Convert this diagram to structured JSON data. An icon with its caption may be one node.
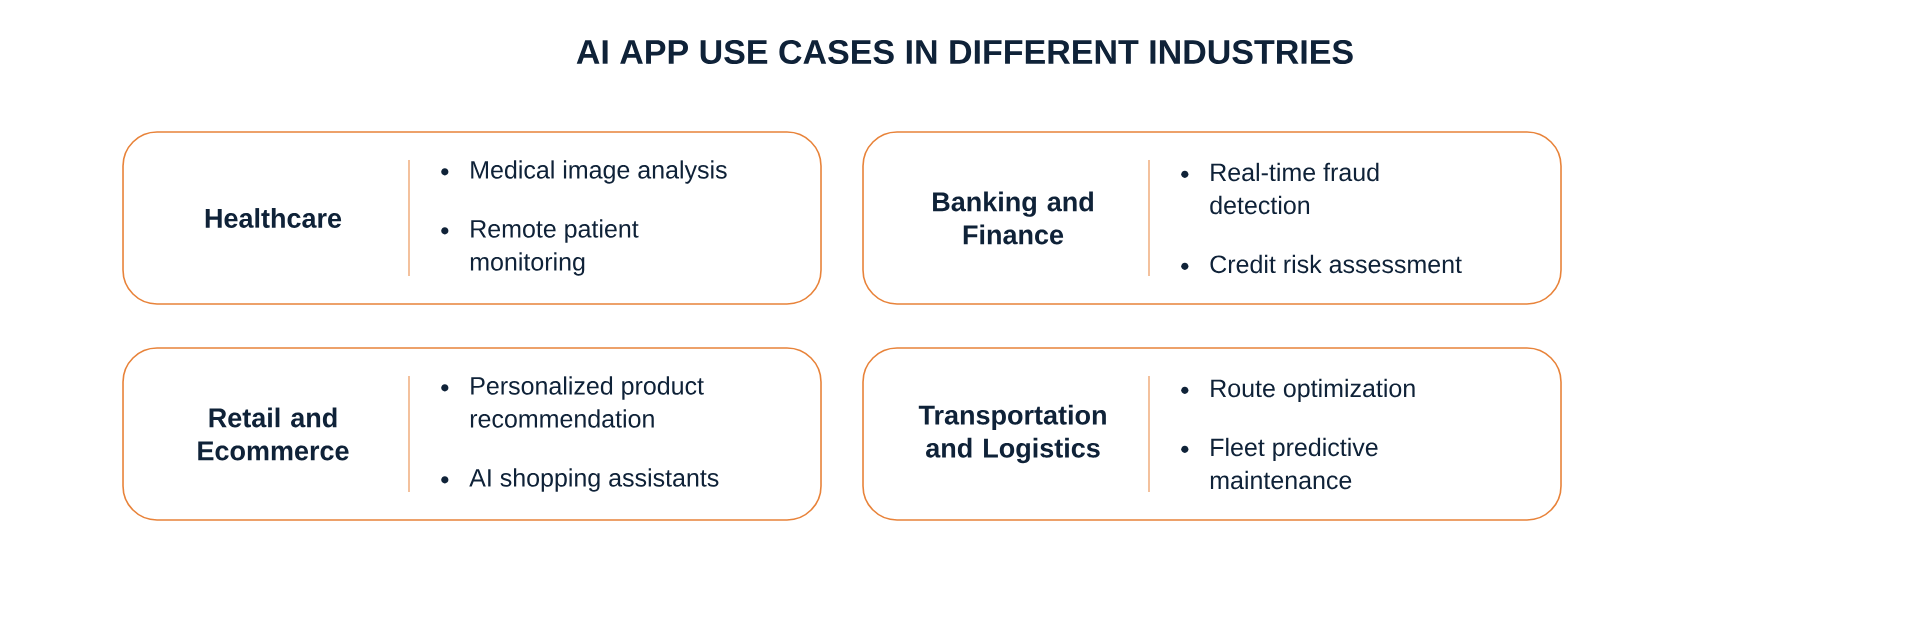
{
  "diagram": {
    "title": "AI APP USE CASES IN DIFFERENT INDUSTRIES",
    "nodes": [
      {
        "text": [
          "Healthcare",
          "Medical image analysis",
          "Remote patient monitoring"
        ]
      },
      {
        "text": [
          "Banking and Finance",
          "Real-time fraud detection",
          "Credit risk assessment"
        ]
      },
      {
        "text": [
          "Retail and Ecommerce",
          "Personalized product recommendation",
          "AI shopping assistants"
        ]
      },
      {
        "text": [
          "Transportation and Logistics",
          "Route optimization",
          "Fleet predictive maintenance"
        ]
      }
    ]
  }
}
